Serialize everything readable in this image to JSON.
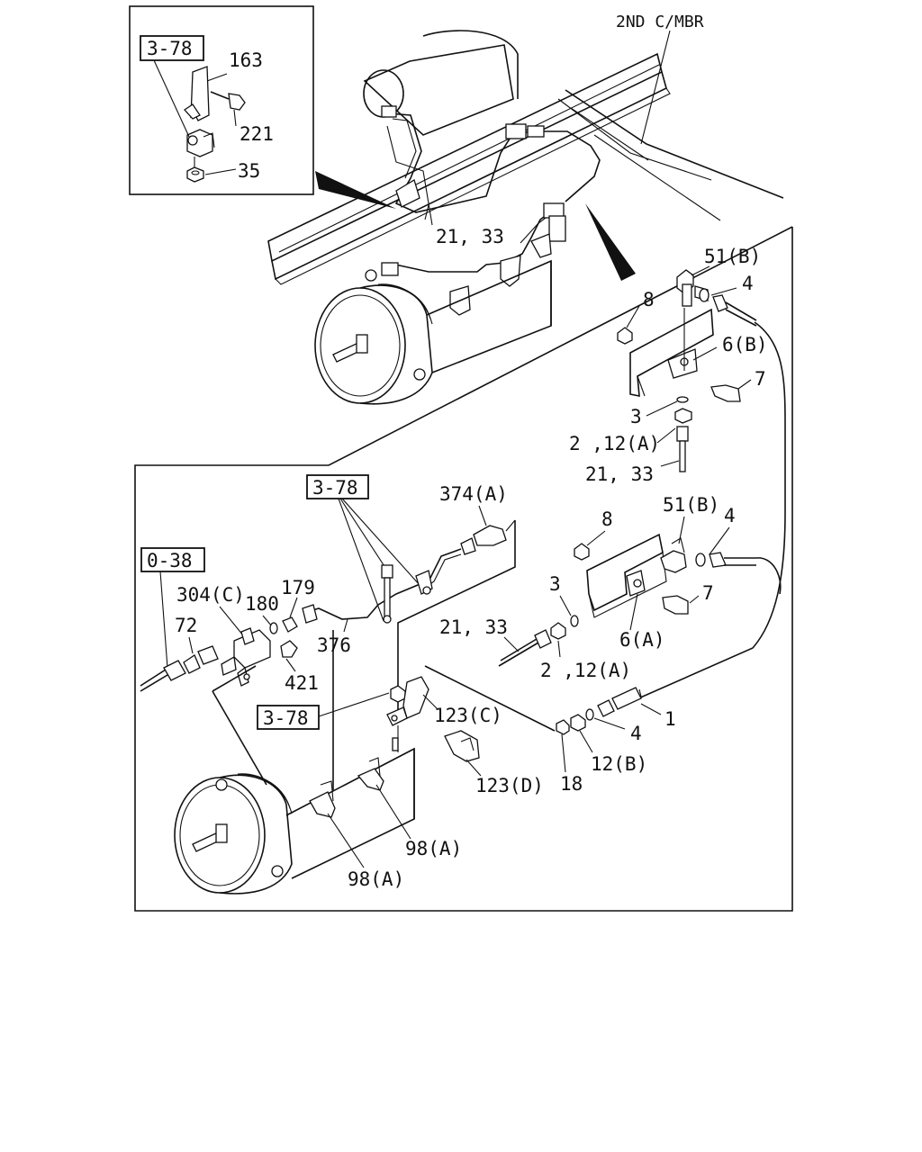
{
  "labels": {
    "frame_member": "2ND C/MBR",
    "ref_inset": "3-78",
    "p163": "163",
    "p221": "221",
    "p35": "35",
    "top_line": "21, 33",
    "p51b_top": "51(B)",
    "p4_top": "4",
    "p8_top": "8",
    "p6b": "6(B)",
    "p7_top": "7",
    "p3_top": "3",
    "p2_12a_top": "2 ,12(A)",
    "p21_33_top": "21, 33",
    "ref_mid": "3-78",
    "p374a": "374(A)",
    "p8_mid": "8",
    "p51b_mid": "51(B)",
    "p4_mid": "4",
    "ref_left": "0-38",
    "p304c": "304(C)",
    "p180": "180",
    "p179": "179",
    "p72": "72",
    "p376": "376",
    "p421": "421",
    "p3_mid": "3",
    "p7_mid": "7",
    "p21_33_mid": "21, 33",
    "p6a": "6(A)",
    "p2_12a_mid": "2 ,12(A)",
    "ref_low": "3-78",
    "p123c": "123(C)",
    "p1": "1",
    "p4_low": "4",
    "p12b": "12(B)",
    "p123d": "123(D)",
    "p18": "18",
    "p98a_1": "98(A)",
    "p98a_2": "98(A)"
  }
}
